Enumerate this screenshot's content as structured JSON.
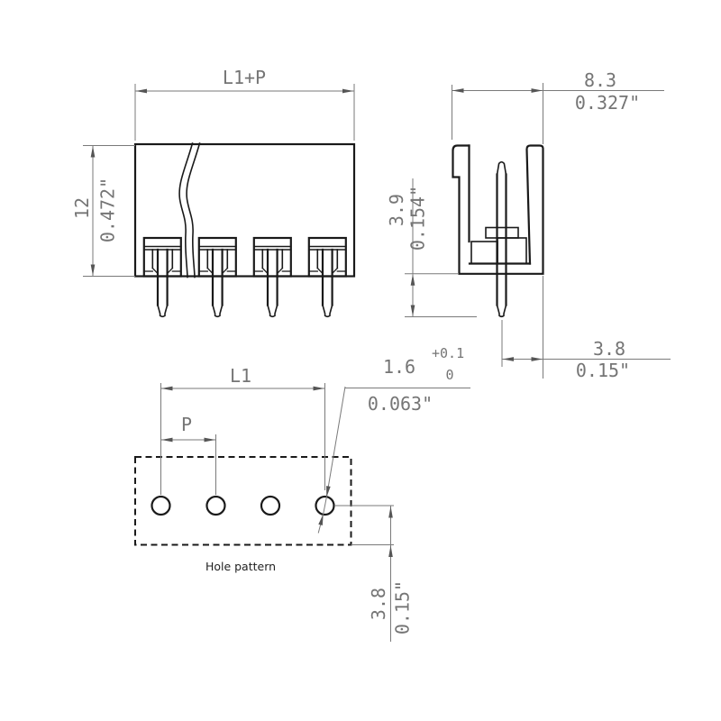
{
  "drawing": {
    "type": "technical-drawing",
    "caption_color": "#222222",
    "line_color": "#1a1a1a",
    "dim_color": "#757575",
    "front_view": {
      "dim_width_label": "L1+P",
      "dim_height_mm": "12",
      "dim_height_inch": "0.472\"",
      "pin_count": 4
    },
    "side_view": {
      "dim_depth_mm": "8.3",
      "dim_depth_inch": "0.327\"",
      "dim_pin_length_mm": "3.9",
      "dim_pin_length_inch": "0.154\"",
      "dim_pin_offset_mm": "3.8",
      "dim_pin_offset_inch": "0.15\""
    },
    "hole_pattern": {
      "caption": "Hole pattern",
      "hole_count": 4,
      "dim_span_label": "L1",
      "dim_pitch_label": "P",
      "hole_diameter_mm": "1.6",
      "hole_diameter_tol_upper": "+0.1",
      "hole_diameter_tol_lower": "0",
      "hole_diameter_inch": "0.063\"",
      "dim_edge_mm": "3.8",
      "dim_edge_inch": "0.15\""
    }
  }
}
